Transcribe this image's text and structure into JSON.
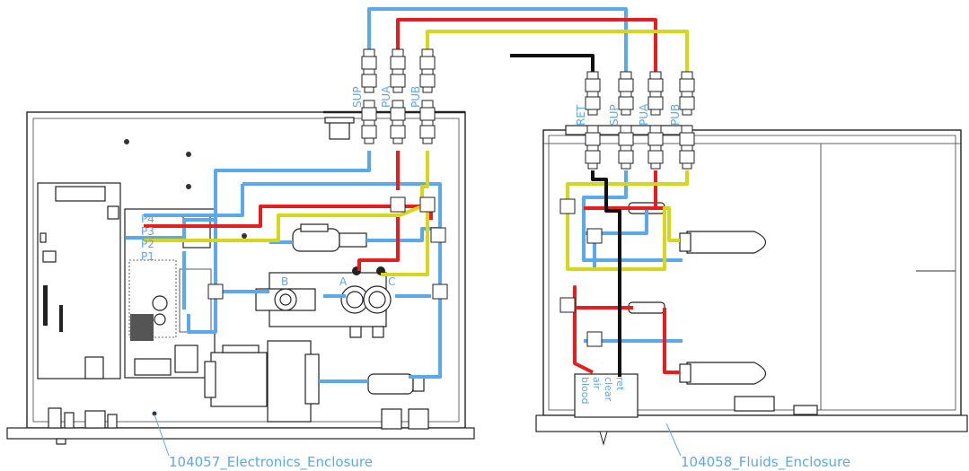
{
  "electronics": {
    "title": "104057_Electronics_Enclosure",
    "ports": [
      "SUP",
      "PUA",
      "PUB"
    ],
    "board_pins": [
      "P4",
      "P3",
      "P2",
      "P1"
    ],
    "valve_labels": [
      "B",
      "A",
      "C"
    ]
  },
  "fluids": {
    "title": "104058_Fluids_Enclosure",
    "ports": [
      "RET",
      "SUP",
      "PUA",
      "PUB"
    ],
    "reservoir_labels": [
      "blood",
      "air",
      "clear",
      "ret"
    ]
  },
  "colors": {
    "blue": "#5aa9ec",
    "red": "#e81e1e",
    "yellow": "#d6d61a",
    "black": "#111111",
    "label": "#5aa9ec"
  }
}
